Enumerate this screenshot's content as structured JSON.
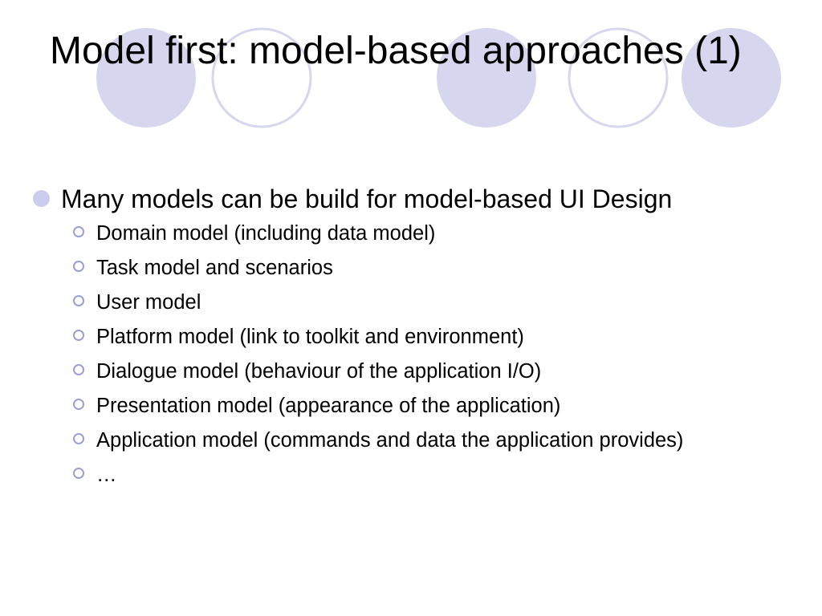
{
  "slide": {
    "title": "Model first: model-based approaches (1)",
    "colors": {
      "circle_fill": "#d6d6ee",
      "circle_stroke": "#d6d6ee",
      "bullet": "#ccccee"
    },
    "bullets": [
      {
        "text": "Many models can be build for model-based UI Design",
        "sub": [
          "Domain model (including data model)",
          "Task model and scenarios",
          "User model",
          "Platform model (link to toolkit and environment)",
          "Dialogue model (behaviour of the application I/O)",
          "Presentation model (appearance of the application)",
          "Application model (commands and data the application provides)",
          "…"
        ]
      }
    ]
  }
}
